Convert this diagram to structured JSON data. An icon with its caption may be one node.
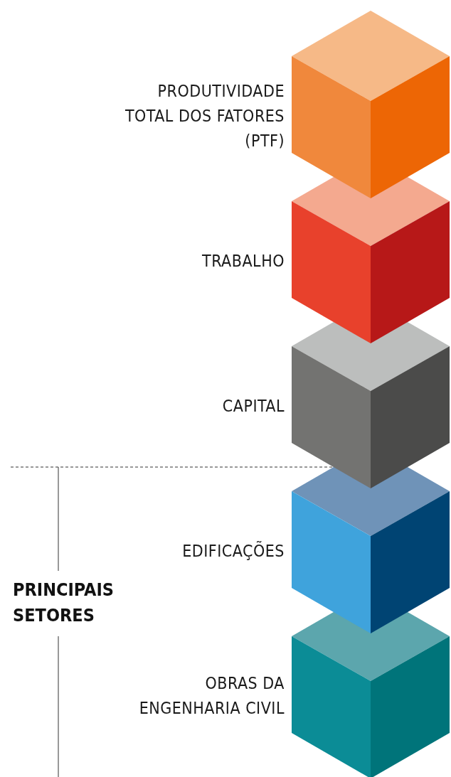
{
  "diagram": {
    "nodes": [
      {
        "text": [
          "PRODUTIVIDADE TOTAL DOS FATORES (PTF)"
        ]
      },
      {
        "text": [
          "TRABALHO"
        ]
      },
      {
        "text": [
          "CAPITAL"
        ]
      },
      {
        "text": [
          "EDIFICAÇÕES"
        ]
      },
      {
        "text": [
          "OBRAS DA ENGENHARIA CIVIL"
        ]
      }
    ],
    "edges": [],
    "labels": [
      "PRINCIPAIS SETORES"
    ]
  }
}
